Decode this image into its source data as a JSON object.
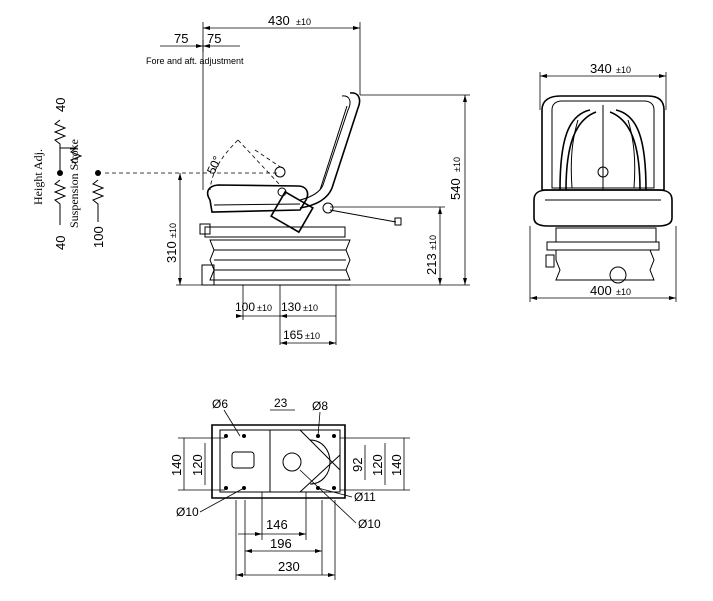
{
  "side_view": {
    "dim_overall_width": "430",
    "dim_overall_width_tol": "±10",
    "dim_fore_aft_a": "75",
    "dim_fore_aft_b": "75",
    "fore_aft_label": "Fore and aft. adjustment",
    "dim_height": "540",
    "dim_height_tol": "±10",
    "dim_seat_height": "310",
    "dim_seat_height_tol": "±10",
    "dim_armrest": "213",
    "dim_armrest_tol": "±10",
    "backrest_angle": "50°",
    "dim_a": "100",
    "dim_a_tol": "±10",
    "dim_b": "130",
    "dim_b_tol": "±10",
    "dim_c": "165",
    "dim_c_tol": "±10"
  },
  "adjust_legend": {
    "height_adj_label": "Height Adj.",
    "suspension_label": "Suspension Stroke",
    "height_up": "40",
    "height_down": "40",
    "suspension_value": "100"
  },
  "front_view": {
    "dim_top_width": "340",
    "dim_top_width_tol": "±10",
    "dim_bottom_width": "400",
    "dim_bottom_width_tol": "±10"
  },
  "base_plate": {
    "hole_6": "Ø6",
    "dim_23": "23",
    "hole_8": "Ø8",
    "left_140": "140",
    "left_120": "120",
    "right_92": "92",
    "right_120": "120",
    "right_140": "140",
    "hole_10_left": "Ø10",
    "hole_11": "Ø11",
    "hole_10_right": "Ø10",
    "dim_146": "146",
    "dim_196": "196",
    "dim_230": "230"
  }
}
